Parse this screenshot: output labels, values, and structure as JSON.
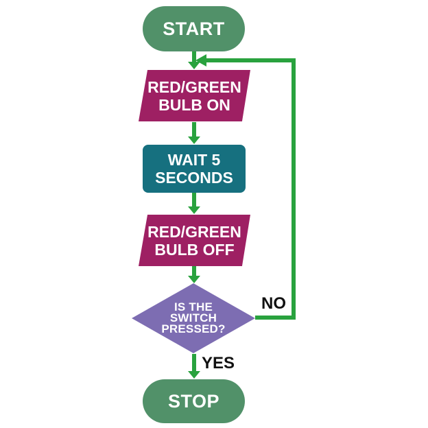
{
  "diagram": {
    "type": "flowchart",
    "nodes": {
      "start": {
        "label": "START",
        "shape": "terminator",
        "color": "#519169"
      },
      "bulb_on": {
        "lines": [
          "RED/GREEN",
          "BULB ON"
        ],
        "shape": "parallelogram",
        "color": "#9E2063"
      },
      "wait": {
        "lines": [
          "WAIT 5",
          "SECONDS"
        ],
        "shape": "process",
        "color": "#16707F"
      },
      "bulb_off": {
        "lines": [
          "RED/GREEN",
          "BULB OFF"
        ],
        "shape": "parallelogram",
        "color": "#9E2063"
      },
      "switch_decision": {
        "lines": [
          "IS THE",
          "SWITCH",
          "PRESSED?"
        ],
        "shape": "decision",
        "color": "#7D6DB2"
      },
      "stop": {
        "label": "STOP",
        "shape": "terminator",
        "color": "#519169"
      }
    },
    "edges": {
      "no_label": "NO",
      "yes_label": "YES",
      "connector_color": "#29A23E",
      "text_color": "#FFFFFF",
      "label_color": "#111111"
    }
  }
}
